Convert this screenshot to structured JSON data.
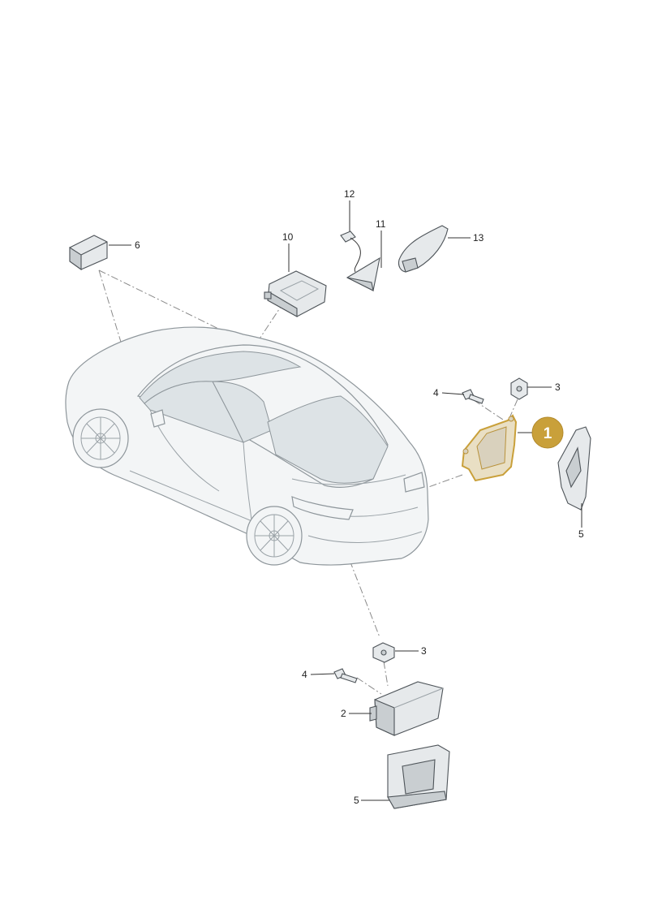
{
  "diagram": {
    "highlight_color": "#c9a03a",
    "callouts": [
      {
        "id": "c1",
        "label": "1",
        "highlighted": true
      },
      {
        "id": "c2",
        "label": "2"
      },
      {
        "id": "c3a",
        "label": "3"
      },
      {
        "id": "c3b",
        "label": "3"
      },
      {
        "id": "c4a",
        "label": "4"
      },
      {
        "id": "c4b",
        "label": "4"
      },
      {
        "id": "c5a",
        "label": "5"
      },
      {
        "id": "c5b",
        "label": "5"
      },
      {
        "id": "c6",
        "label": "6"
      },
      {
        "id": "c10",
        "label": "10"
      },
      {
        "id": "c11",
        "label": "11"
      },
      {
        "id": "c12",
        "label": "12"
      },
      {
        "id": "c13",
        "label": "13"
      }
    ]
  }
}
